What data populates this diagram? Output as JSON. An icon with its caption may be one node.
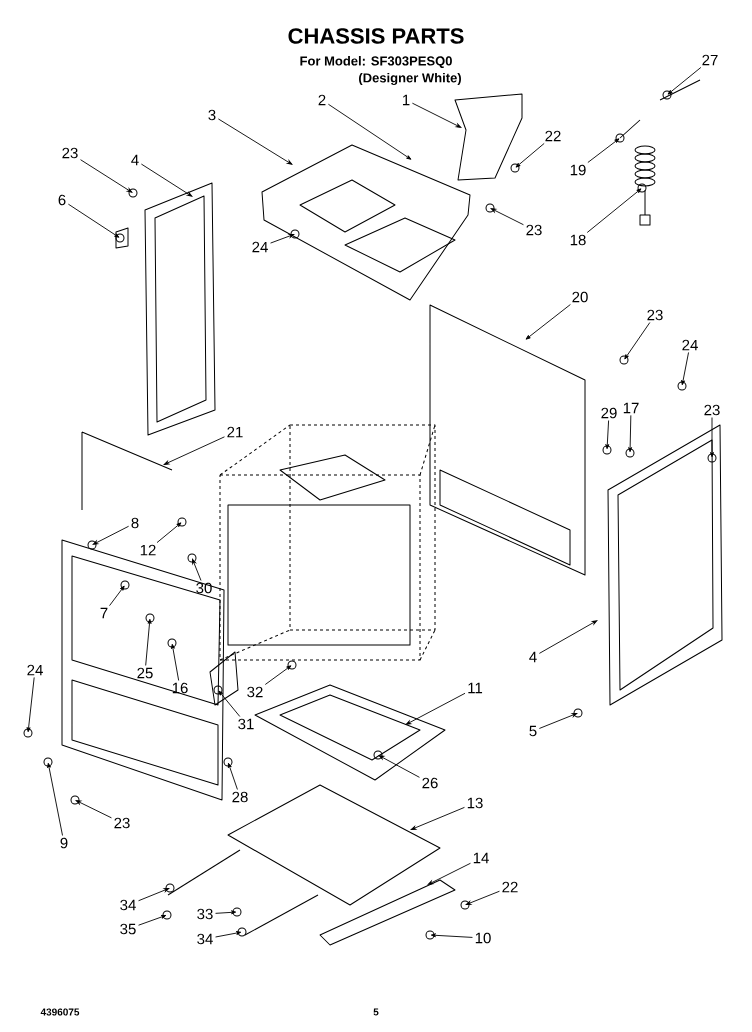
{
  "diagram": {
    "title": "CHASSIS PARTS",
    "nodes": [
      {
        "text": [
          "1"
        ]
      },
      {
        "text": [
          "2"
        ]
      },
      {
        "text": [
          "3"
        ]
      },
      {
        "text": [
          "22"
        ]
      },
      {
        "text": [
          "23"
        ]
      },
      {
        "text": [
          "4"
        ]
      },
      {
        "text": [
          "27"
        ]
      },
      {
        "text": [
          "19"
        ]
      },
      {
        "text": [
          "18"
        ]
      },
      {
        "text": [
          "6"
        ]
      },
      {
        "text": [
          "23"
        ]
      },
      {
        "text": [
          "24"
        ]
      },
      {
        "text": [
          "20"
        ]
      },
      {
        "text": [
          "23"
        ]
      },
      {
        "text": [
          "24"
        ]
      },
      {
        "text": [
          "29"
        ]
      },
      {
        "text": [
          "17"
        ]
      },
      {
        "text": [
          "23"
        ]
      },
      {
        "text": [
          "21"
        ]
      },
      {
        "text": [
          "8"
        ]
      },
      {
        "text": [
          "12"
        ]
      },
      {
        "text": [
          "30"
        ]
      },
      {
        "text": [
          "7"
        ]
      },
      {
        "text": [
          "25"
        ]
      },
      {
        "text": [
          "16"
        ]
      },
      {
        "text": [
          "32"
        ]
      },
      {
        "text": [
          "31"
        ]
      },
      {
        "text": [
          "4"
        ]
      },
      {
        "text": [
          "11"
        ]
      },
      {
        "text": [
          "24"
        ]
      },
      {
        "text": [
          "5"
        ]
      },
      {
        "text": [
          "28"
        ]
      },
      {
        "text": [
          "26"
        ]
      },
      {
        "text": [
          "9"
        ]
      },
      {
        "text": [
          "23"
        ]
      },
      {
        "text": [
          "13"
        ]
      },
      {
        "text": [
          "14"
        ]
      },
      {
        "text": [
          "34"
        ]
      },
      {
        "text": [
          "22"
        ]
      },
      {
        "text": [
          "35"
        ]
      },
      {
        "text": [
          "33"
        ]
      },
      {
        "text": [
          "34"
        ]
      },
      {
        "text": [
          "10"
        ]
      }
    ],
    "edges": [
      {
        "from": 0,
        "to": null,
        "arrow": "to"
      },
      {
        "from": 1,
        "to": null,
        "arrow": "to"
      },
      {
        "from": 2,
        "to": null,
        "arrow": "to"
      },
      {
        "from": 3,
        "to": null,
        "arrow": "to"
      },
      {
        "from": 4,
        "to": null,
        "arrow": "to"
      },
      {
        "from": 5,
        "to": null,
        "arrow": "to"
      },
      {
        "from": 6,
        "to": null,
        "arrow": "to"
      },
      {
        "from": 7,
        "to": null,
        "arrow": "to"
      },
      {
        "from": 8,
        "to": null,
        "arrow": "to"
      },
      {
        "from": 9,
        "to": null,
        "arrow": "to"
      },
      {
        "from": 10,
        "to": null,
        "arrow": "to"
      },
      {
        "from": 11,
        "to": null,
        "arrow": "to"
      },
      {
        "from": 12,
        "to": null,
        "arrow": "to"
      },
      {
        "from": 13,
        "to": null,
        "arrow": "to"
      },
      {
        "from": 14,
        "to": null,
        "arrow": "to"
      },
      {
        "from": 15,
        "to": null,
        "arrow": "to"
      },
      {
        "from": 16,
        "to": null,
        "arrow": "to"
      },
      {
        "from": 17,
        "to": null,
        "arrow": "to"
      },
      {
        "from": 18,
        "to": null,
        "arrow": "to"
      },
      {
        "from": 19,
        "to": null,
        "arrow": "to"
      },
      {
        "from": 20,
        "to": null,
        "arrow": "to"
      },
      {
        "from": 21,
        "to": null,
        "arrow": "to"
      },
      {
        "from": 22,
        "to": null,
        "arrow": "to"
      },
      {
        "from": 23,
        "to": null,
        "arrow": "to"
      },
      {
        "from": 24,
        "to": null,
        "arrow": "to"
      },
      {
        "from": 25,
        "to": null,
        "arrow": "to"
      },
      {
        "from": 26,
        "to": null,
        "arrow": "to"
      },
      {
        "from": 27,
        "to": null,
        "arrow": "to"
      },
      {
        "from": 28,
        "to": null,
        "arrow": "to"
      },
      {
        "from": 29,
        "to": null,
        "arrow": "to"
      },
      {
        "from": 30,
        "to": null,
        "arrow": "to"
      },
      {
        "from": 31,
        "to": null,
        "arrow": "to"
      },
      {
        "from": 32,
        "to": null,
        "arrow": "to"
      },
      {
        "from": 33,
        "to": null,
        "arrow": "to"
      },
      {
        "from": 34,
        "to": null,
        "arrow": "to"
      },
      {
        "from": 35,
        "to": null,
        "arrow": "to"
      },
      {
        "from": 36,
        "to": null,
        "arrow": "to"
      },
      {
        "from": 37,
        "to": null,
        "arrow": "to"
      },
      {
        "from": 38,
        "to": null,
        "arrow": "to"
      },
      {
        "from": 39,
        "to": null,
        "arrow": "to"
      },
      {
        "from": 40,
        "to": null,
        "arrow": "to"
      },
      {
        "from": 41,
        "to": null,
        "arrow": "to"
      },
      {
        "from": 42,
        "to": null,
        "arrow": "to"
      }
    ],
    "labels": [
      "For Model: SF303PESQ0",
      "(Designer White)",
      "4396075",
      "5"
    ]
  }
}
